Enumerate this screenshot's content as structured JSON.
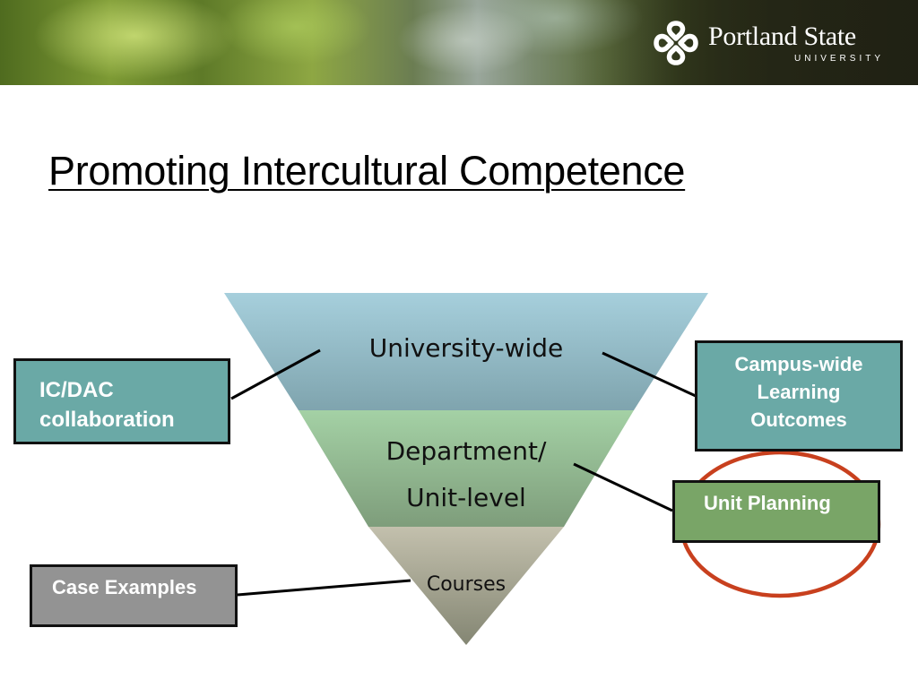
{
  "header": {
    "logo_name": "Portland State",
    "logo_sub": "UNIVERSITY"
  },
  "slide": {
    "title": "Promoting Intercultural Competence"
  },
  "pyramid": {
    "top_label": "University-wide",
    "middle_label_line1": "Department/",
    "middle_label_line2": "Unit-level",
    "bottom_label": "Courses",
    "colors": {
      "top": "#8fbccb",
      "middle": "#93c496",
      "bottom": "#a9a795"
    }
  },
  "boxes": {
    "icdac_line1": "IC/DAC",
    "icdac_line2": "collaboration",
    "campus_line1": "Campus-wide",
    "campus_line2": "Learning",
    "campus_line3": "Outcomes",
    "unit_planning": "Unit Planning",
    "case_examples": "Case Examples",
    "colors": {
      "teal": "#6aa9a6",
      "green": "#79a567",
      "gray": "#939393",
      "highlight_circle": "#c8401e"
    }
  }
}
